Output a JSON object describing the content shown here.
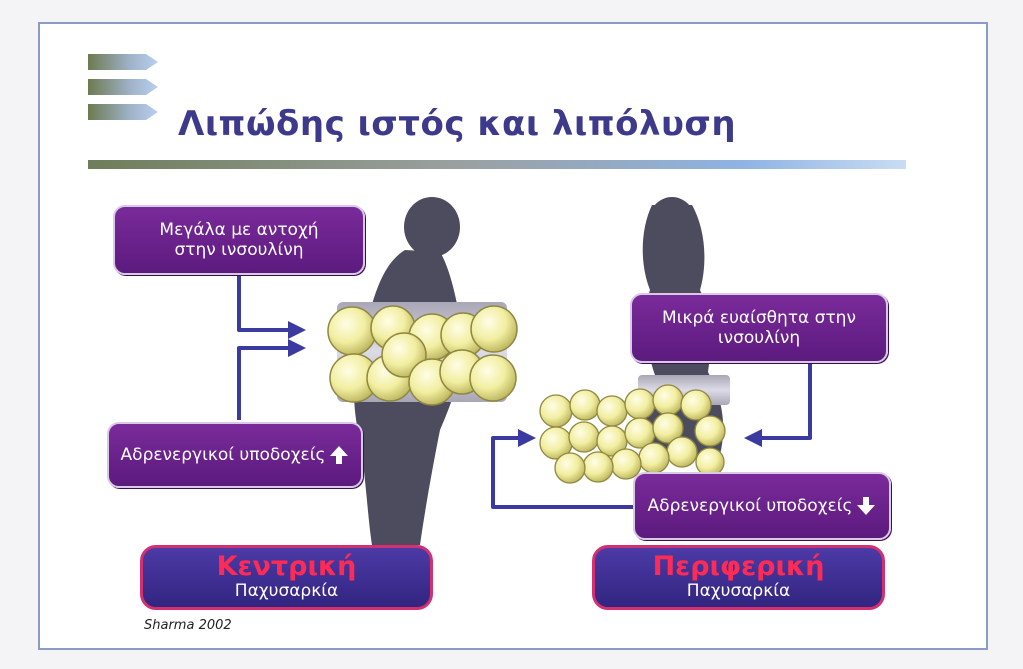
{
  "title": "Λιπώδης ιστός και λιπόλυση",
  "left_panel": {
    "cell_label": "Μεγάλα με αντοχή στην ινσουλίνη",
    "receptor_label": "Αδρενεργικοί υποδοχείς",
    "receptor_change_icon": "up-arrow-icon",
    "type_main": "Κεντρική",
    "type_sub": "Παχυσαρκία"
  },
  "right_panel": {
    "cell_label": "Μικρά ευαίσθητα στην ινσουλίνη",
    "receptor_label": "Αδρενεργικοί υποδοχείς",
    "receptor_change_icon": "down-arrow-icon",
    "type_main": "Περιφερική",
    "type_sub": "Παχυσαρκία"
  },
  "credit": "Sharma 2002",
  "colors": {
    "title": "#3d3a8c",
    "label_box": "#6a2390",
    "type_box": "#3b2d92",
    "type_border": "#d23070",
    "type_main_text": "#ff2b55",
    "flow_arrow": "#3b3aa0",
    "fat_cell": "#f2eea0",
    "silhouette": "#4d4b5e"
  }
}
